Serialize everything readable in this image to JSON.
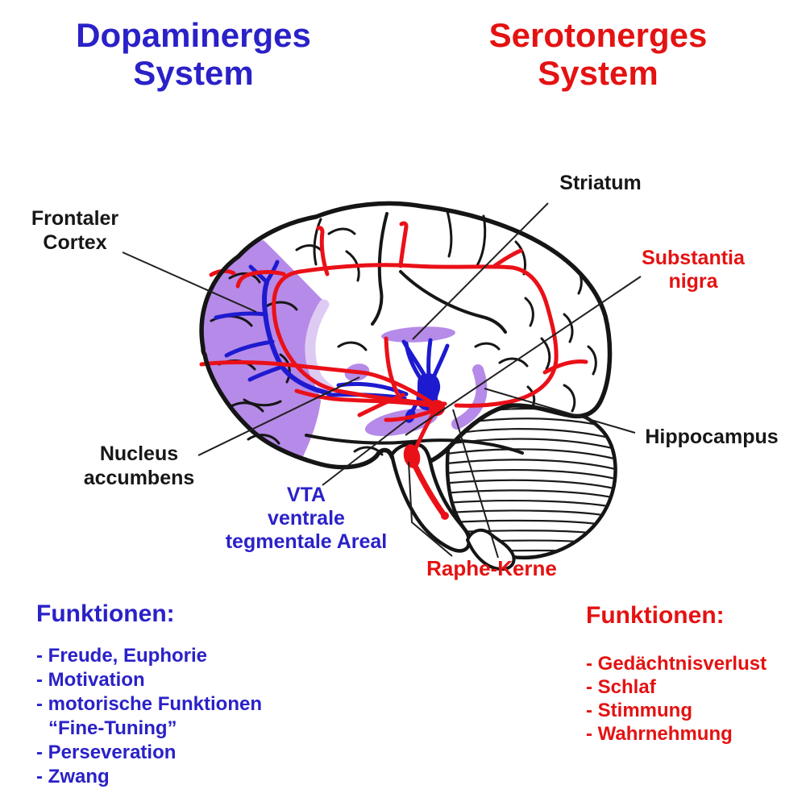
{
  "titles": {
    "left": "Dopaminerges\nSystem",
    "right": "Serotonerges\nSystem"
  },
  "labels": {
    "frontal_cortex": "Frontaler\nCortex",
    "striatum": "Striatum",
    "substantia_nigra": "Substantia\nnigra",
    "hippocampus": "Hippocampus",
    "nucleus_accumbens": "Nucleus\naccumbens",
    "vta": "VTA\nventrale\ntegmentale Areal",
    "raphe": "Raphe-Kerne"
  },
  "functions_left": {
    "header": "Funktionen:",
    "items": [
      "- Freude, Euphorie",
      "- Motivation",
      "- motorische Funktionen",
      "“Fine-Tuning”",
      "- Perseveration",
      "- Zwang"
    ]
  },
  "functions_right": {
    "header": "Funktionen:",
    "items": [
      "- Gedächtnisverlust",
      "- Schlaf",
      "- Stimmung",
      "- Wahrnehmung"
    ]
  },
  "colors": {
    "dopamine_blue": "#2a21c8",
    "serotonin_red": "#e41212",
    "pathway_blue": "#1d1ad0",
    "pathway_red": "#ea1018",
    "region_purple": "#b68ae8",
    "region_purple_light": "#ddcbf4"
  }
}
